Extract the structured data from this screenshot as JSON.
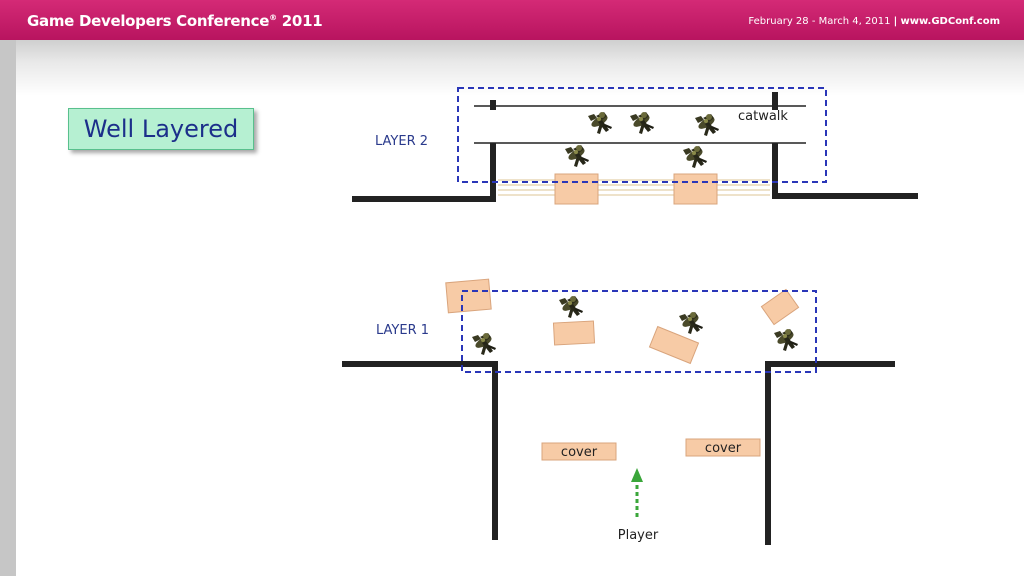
{
  "header": {
    "conference_name": "Game Developers Conference",
    "registered_mark": "®",
    "year": "2011",
    "dates": "February 28 - March 4, 2011",
    "separator": "|",
    "website": "www.GDConf.com"
  },
  "slide": {
    "title": "Well Layered"
  },
  "diagram": {
    "layer2": {
      "label": "LAYER 2",
      "catwalk_label": "catwalk"
    },
    "layer1": {
      "label": "LAYER 1"
    },
    "cover_left": "cover",
    "cover_right": "cover",
    "player_label": "Player",
    "colors": {
      "wall": "#222222",
      "crate": "#f7cba6",
      "crate_border": "#d9a47c",
      "layer_outline": "#2a36b8",
      "player_arrow": "#3aa63a",
      "label_blue": "#2a3a8c"
    },
    "icons": [
      "soldier-icon",
      "crate",
      "player-arrow-icon"
    ]
  }
}
